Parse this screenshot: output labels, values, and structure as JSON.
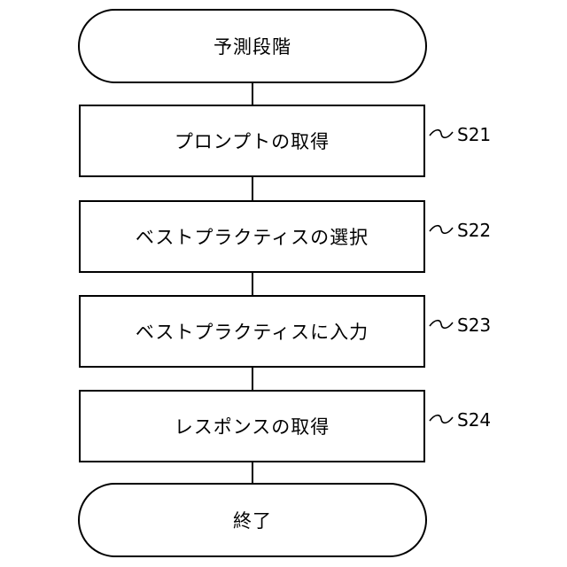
{
  "flowchart": {
    "start": "予測段階",
    "steps": [
      {
        "label": "プロンプトの取得",
        "id": "S21"
      },
      {
        "label": "ベストプラクティスの選択",
        "id": "S22"
      },
      {
        "label": "ベストプラクティスに入力",
        "id": "S23"
      },
      {
        "label": "レスポンスの取得",
        "id": "S24"
      }
    ],
    "end": "終了"
  }
}
